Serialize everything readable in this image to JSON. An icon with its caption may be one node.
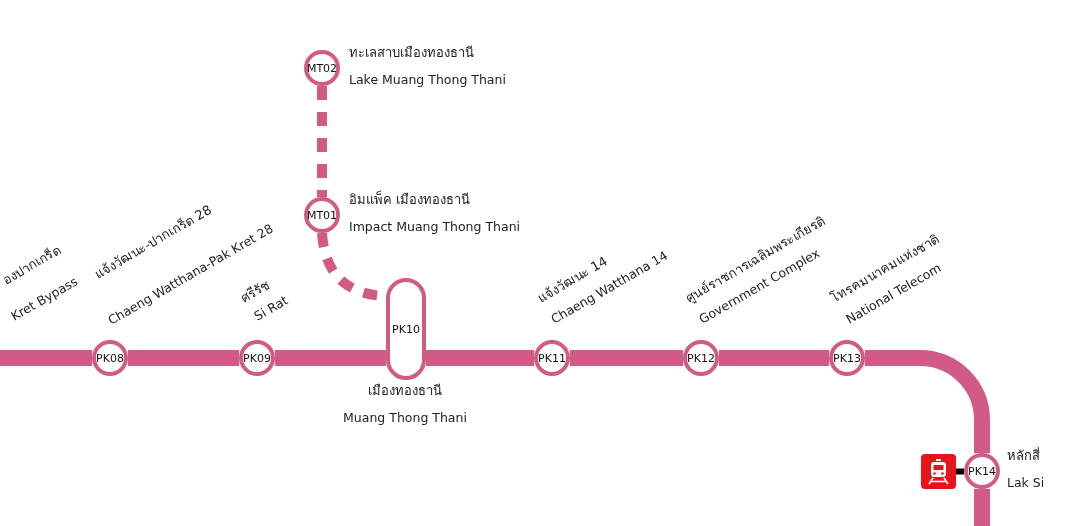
{
  "diagram": {
    "nodes": [
      {
        "text": [
          "MT02"
        ],
        "beside": [
          "ทะเลสาบเมืองทองธานี",
          "Lake Muang Thong Thani"
        ]
      },
      {
        "text": [
          "MT01"
        ],
        "beside": [
          "อิมแพ็ค เมืองทองธานี",
          "Impact Muang Thong Thani"
        ]
      },
      {
        "text": [
          "PK08"
        ],
        "beside": [
          "แจ้งวัฒนะ-ปากเกร็ด 28",
          "Chaeng Watthana-Pak Kret 28"
        ]
      },
      {
        "text": [
          "PK09"
        ],
        "beside": [
          "ศรีรัช",
          "Si Rat"
        ]
      },
      {
        "text": [
          "PK10"
        ],
        "beside": [
          "เมืองทองธานี",
          "Muang Thong Thani"
        ]
      },
      {
        "text": [
          "PK11"
        ],
        "beside": [
          "แจ้งวัฒนะ 14",
          "Chaeng Watthana 14"
        ]
      },
      {
        "text": [
          "PK12"
        ],
        "beside": [
          "ศูนย์ราชการเฉลิมพระเกียรติ",
          "Government Complex"
        ]
      },
      {
        "text": [
          "PK13"
        ],
        "beside": [
          "โทรคมนาคมแห่งชาติ",
          "National Telecom"
        ]
      },
      {
        "text": [],
        "shape": "picture"
      },
      {
        "text": [
          "PK14"
        ],
        "beside": [
          "หลักสี่",
          "Lak Si"
        ]
      }
    ],
    "edges": [
      {
        "from": null,
        "to": 2,
        "arrow": "none"
      },
      {
        "from": 2,
        "to": 3,
        "arrow": "none"
      },
      {
        "from": 3,
        "to": 4,
        "arrow": "none"
      },
      {
        "from": 4,
        "to": 5,
        "arrow": "none"
      },
      {
        "from": 5,
        "to": 6,
        "arrow": "none"
      },
      {
        "from": 6,
        "to": 7,
        "arrow": "none"
      },
      {
        "from": 7,
        "to": 9,
        "arrow": "none"
      },
      {
        "from": 9,
        "to": null,
        "arrow": "none"
      },
      {
        "from": 0,
        "to": 1,
        "arrow": "none",
        "style": "dashed"
      },
      {
        "from": 1,
        "to": 4,
        "arrow": "none",
        "style": "dashed"
      },
      {
        "from": 8,
        "to": 9,
        "arrow": "none",
        "color": "#000000"
      }
    ],
    "labels": [
      "องปากเกร็ด",
      "Kret Bypass"
    ]
  }
}
